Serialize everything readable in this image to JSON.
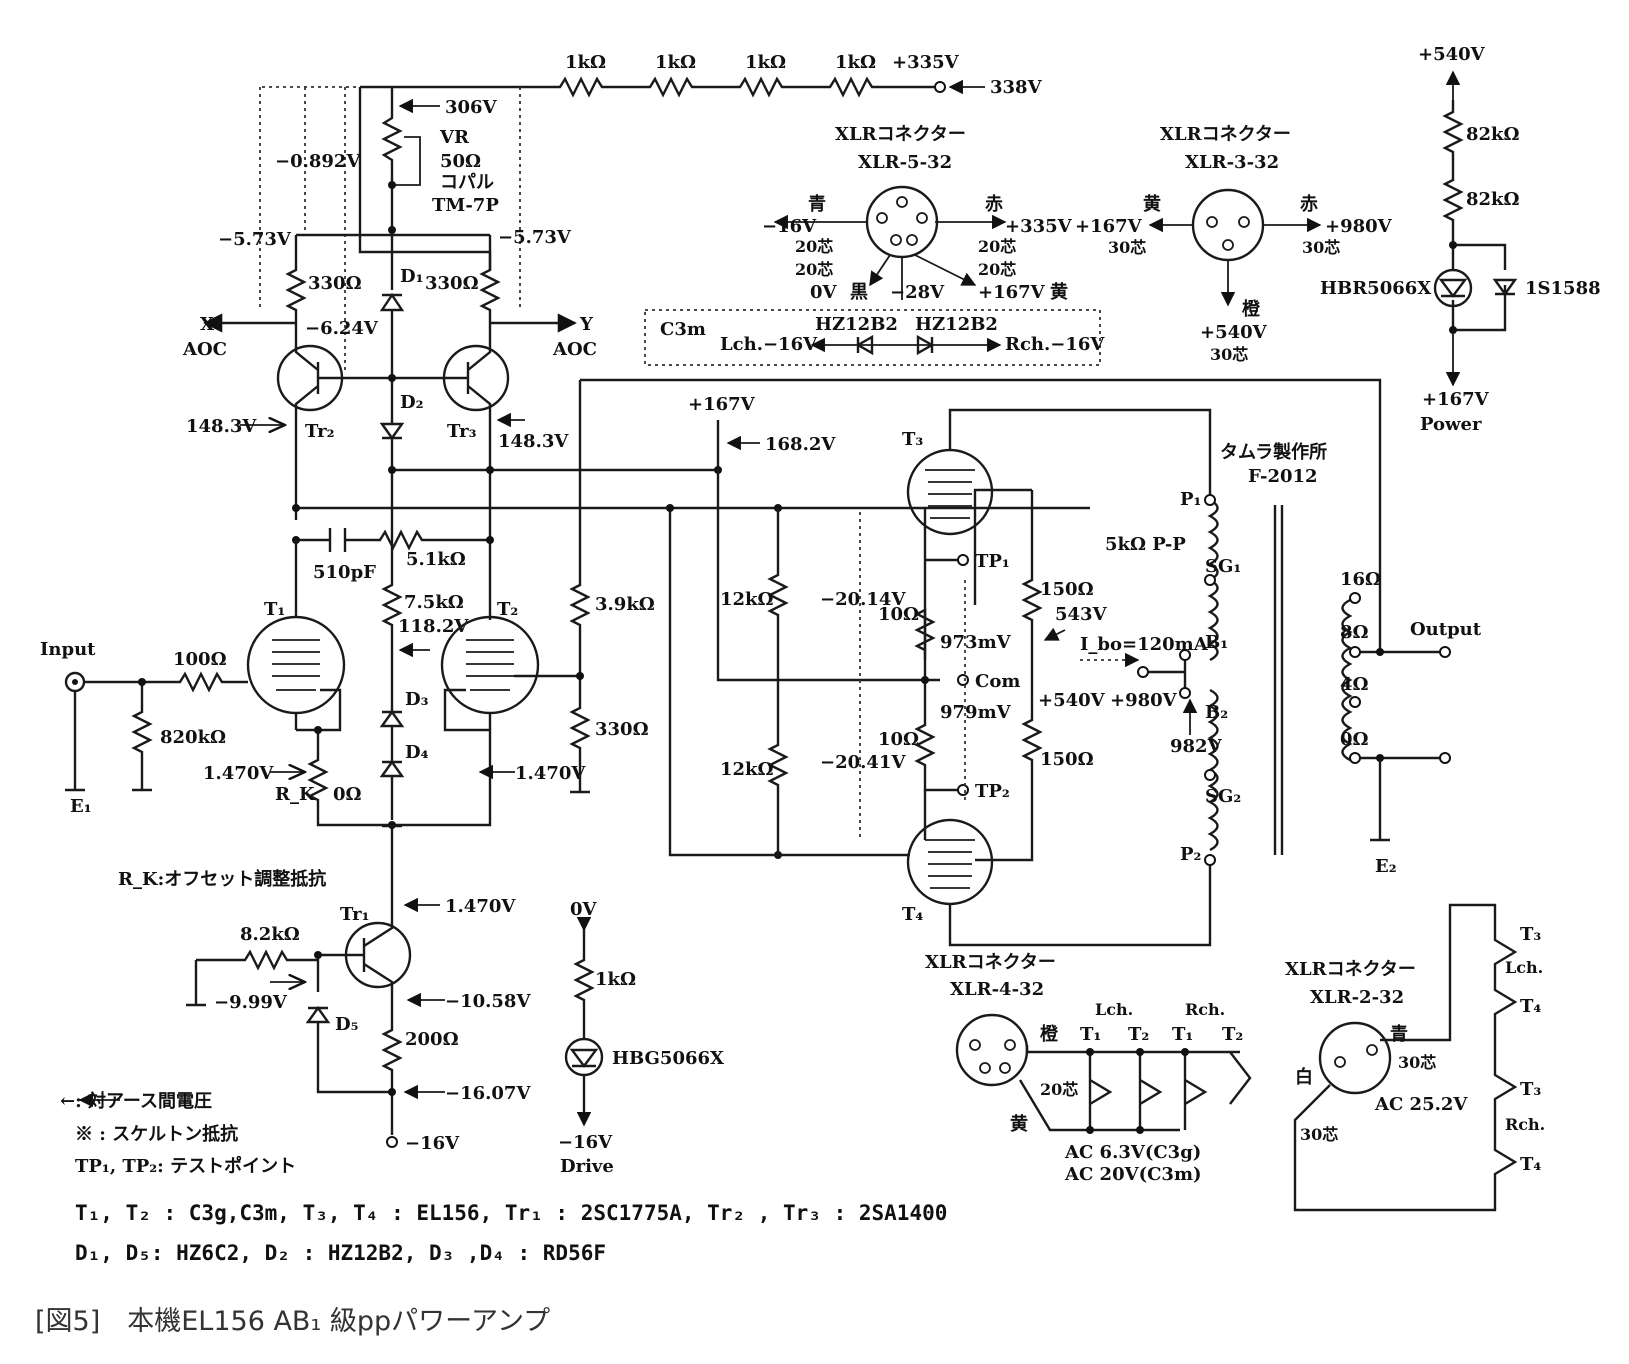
{
  "caption": "[図5]　本機EL156 AB₁ 級ppパワーアンプ",
  "notes": {
    "legend_arrow": "←: 対アース間電圧",
    "legend_skeleton": "※ : スケルトン抵抗",
    "legend_tp": "TP₁, TP₂: テストポイント",
    "rk_note": "R_K:オフセット調整抵抗",
    "parts_line1": "T₁, T₂ : C3g,C3m, T₃, T₄ : EL156, Tr₁ : 2SC1775A, Tr₂ , Tr₃ : 2SA1400",
    "parts_line2": "D₁, D₅: HZ6C2, D₂ : HZ12B2, D₃ ,D₄ : RD56F"
  },
  "top_chain": {
    "r1": "1kΩ",
    "r2": "1kΩ",
    "r3": "1kΩ",
    "r4": "1kΩ",
    "v335": "+335V",
    "v338": "338V",
    "v306": "306V",
    "vr": "VR",
    "vr_val": "50Ω",
    "vr_maker": "コパル",
    "vr_part": "TM-7P"
  },
  "driver": {
    "v_0892": "−0.892V",
    "v_573l": "−5.73V",
    "v_573r": "−5.73V",
    "r330l": "330Ω",
    "r330r": "330Ω",
    "d1": "D₁",
    "x_label": "X",
    "y_label": "Y",
    "aoc_l": "AOC",
    "aoc_r": "AOC",
    "v_624": "−6.24V",
    "tr2": "Tr₂",
    "tr3": "Tr₃",
    "d2": "D₂",
    "v1483l": "148.3V",
    "v1483r": "148.3V"
  },
  "input_stage": {
    "c510": "510pF",
    "r51k": "5.1kΩ",
    "r75k": "7.5kΩ",
    "v1182": "118.2V",
    "t1": "T₁",
    "t2": "T₂",
    "input": "Input",
    "r100": "100Ω",
    "r820k": "820kΩ",
    "e1": "E₁",
    "v1470l": "1.470V",
    "rk": "R_K",
    "rk_val": "0Ω",
    "v1470r": "1.470V",
    "d3": "D₃",
    "d4": "D₄",
    "r39k": "3.9kΩ",
    "r330b": "330Ω"
  },
  "ccs": {
    "r82k": "8.2kΩ",
    "tr1": "Tr₁",
    "v1470": "1.470V",
    "v999": "−9.99V",
    "v1058": "−10.58V",
    "d5": "D₅",
    "r200": "200Ω",
    "v1607": "−16.07V",
    "vm16": "−16V"
  },
  "drive_led": {
    "v0": "0V",
    "r1k": "1kΩ",
    "led": "HBG5066X",
    "vm16": "−16V",
    "label": "Drive"
  },
  "power_led": {
    "v540": "+540V",
    "r82a": "82kΩ",
    "r82b": "82kΩ",
    "led": "HBR5066X",
    "diode": "1S1588",
    "v167": "+167V",
    "label": "Power"
  },
  "output_stage": {
    "v167": "+167V",
    "v1682": "168.2V",
    "t3": "T₃",
    "t4": "T₄",
    "r12k_top": "12kΩ",
    "r12k_bot": "12kΩ",
    "v2014": "−20.14V",
    "v2041": "−20.41V",
    "tp1": "TP₁",
    "tp2": "TP₂",
    "r10_top": "10Ω",
    "r10_bot": "10Ω",
    "v973": "973mV",
    "v979": "979mV",
    "com": "Com",
    "r150_top": "150Ω",
    "r150_bot": "150Ω",
    "v543": "543V",
    "v540": "+540V",
    "v980": "+980V",
    "i_bo": "I_bo=120mA",
    "v982": "982V"
  },
  "transformer": {
    "maker": "タムラ製作所",
    "model": "F-2012",
    "impedance": "5kΩ P-P",
    "p1": "P₁",
    "sg1": "SG₁",
    "b1": "B₁",
    "b2": "B₂",
    "sg2": "SG₂",
    "p2": "P₂",
    "tap16": "16Ω",
    "tap8": "8Ω",
    "tap4": "4Ω",
    "tap0": "0Ω",
    "output": "Output",
    "e2": "E₂"
  },
  "xlr5": {
    "title": "XLRコネクター",
    "model": "XLR-5-32",
    "blue": "青",
    "red": "赤",
    "black": "黒",
    "yellow": "黄",
    "vm16": "−16V",
    "v335": "+335V",
    "v0": "0V",
    "vm28": "−28V",
    "v167": "+167V",
    "core1": "20芯",
    "core2": "20芯",
    "core3": "20芯",
    "core4": "20芯"
  },
  "c3m_box": {
    "label": "C3m",
    "lch": "Lch.−16V",
    "rch": "Rch.−16V",
    "z1": "HZ12B2",
    "z2": "HZ12B2"
  },
  "xlr3": {
    "title": "XLRコネクター",
    "model": "XLR-3-32",
    "yellow": "黄",
    "red": "赤",
    "orange": "橙",
    "v167": "+167V",
    "v980": "+980V",
    "v540": "+540V",
    "core1": "30芯",
    "core2": "30芯",
    "core3": "30芯"
  },
  "xlr4": {
    "title": "XLRコネクター",
    "model": "XLR-4-32",
    "orange": "橙",
    "yellow": "黄",
    "core": "20芯",
    "lch": "Lch.",
    "rch": "Rch.",
    "t1a": "T₁",
    "t2a": "T₂",
    "t1b": "T₁",
    "t2b": "T₂",
    "ac63": "AC 6.3V(C3g)",
    "ac20": "AC 20V(C3m)"
  },
  "xlr2": {
    "title": "XLRコネクター",
    "model": "XLR-2-32",
    "blue": "青",
    "white": "白",
    "core1": "30芯",
    "core2": "30芯",
    "ac252": "AC 25.2V",
    "t3a": "T₃",
    "lch": "Lch.",
    "t4a": "T₄",
    "t3b": "T₃",
    "rch": "Rch.",
    "t4b": "T₄"
  }
}
